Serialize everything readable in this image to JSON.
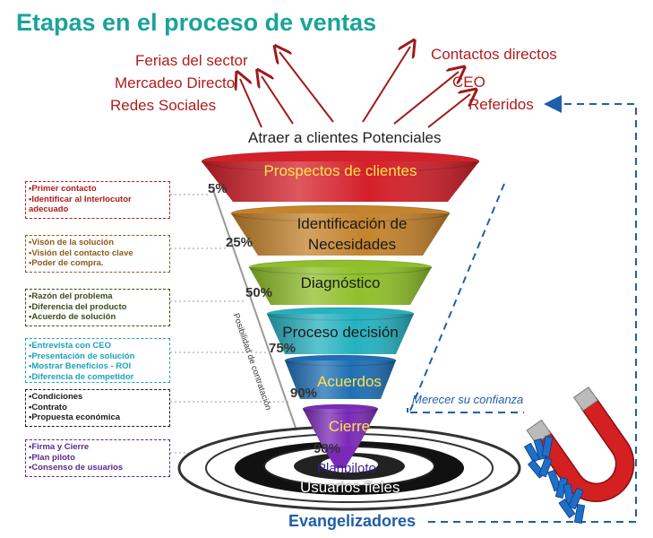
{
  "title": "Etapas en el proceso de ventas",
  "sources_left": [
    "Ferias del sector",
    "Mercadeo Directo",
    "Redes Sociales"
  ],
  "sources_right": [
    "Contactos directos",
    "CEO",
    "Referidos"
  ],
  "attract_label": "Atraer a clientes Potenciales",
  "stages": [
    {
      "label": "Prospectos de clientes",
      "color": "#d4202a",
      "text_color": "#ffe34a",
      "pct": "5%"
    },
    {
      "label": "Identificación de Necesidades",
      "color": "#c4832c",
      "text_color": "#1a1a1a",
      "pct": "25%"
    },
    {
      "label": "Diagnóstico",
      "color": "#8fbf2a",
      "text_color": "#1a1a1a",
      "pct": "50%"
    },
    {
      "label": "Proceso decisión",
      "color": "#25b1c0",
      "text_color": "#1a1a1a",
      "pct": "75%"
    },
    {
      "label": "Acuerdos",
      "color": "#1f6fb5",
      "text_color": "#ffe34a",
      "pct": "90%"
    },
    {
      "label": "Cierre",
      "color": "#7b2ab8",
      "text_color": "#ffe34a",
      "pct": "98%"
    }
  ],
  "notes": [
    {
      "color": "#b01c1c",
      "items": [
        "•Primer contacto",
        "•Identificar al Interlocutor adecuado"
      ]
    },
    {
      "color": "#8a5a1a",
      "items": [
        "•Visón de la solución",
        "•Visión del contacto clave",
        "•Poder de compra."
      ]
    },
    {
      "color": "#3a4a1a",
      "items": [
        "•Razón del problema",
        "•Diferencia del producto",
        "•Acuerdo de solución"
      ]
    },
    {
      "color": "#1aa3b8",
      "items": [
        "•Entrevista con CEO",
        "•Presentación de solución",
        "•Mostrar Beneficios - ROI",
        "•Diferencia de competidor"
      ]
    },
    {
      "color": "#1a1a1a",
      "items": [
        "•Condiciones",
        "•Contrato",
        "•Propuesta económica"
      ]
    },
    {
      "color": "#5a2a8a",
      "items": [
        "•Firma y Cierre",
        "•Plan piloto",
        "•Consenso de usuarios"
      ]
    }
  ],
  "probability_label": "Posibilidad de contratación",
  "pilot_label": "Planpiloto",
  "loyal_label": "Usuarios fieles",
  "trust_label": "Merecer su confianza",
  "evangelists_label": "Evangelizadores",
  "icons": {
    "magnet": "magnet-icon"
  }
}
